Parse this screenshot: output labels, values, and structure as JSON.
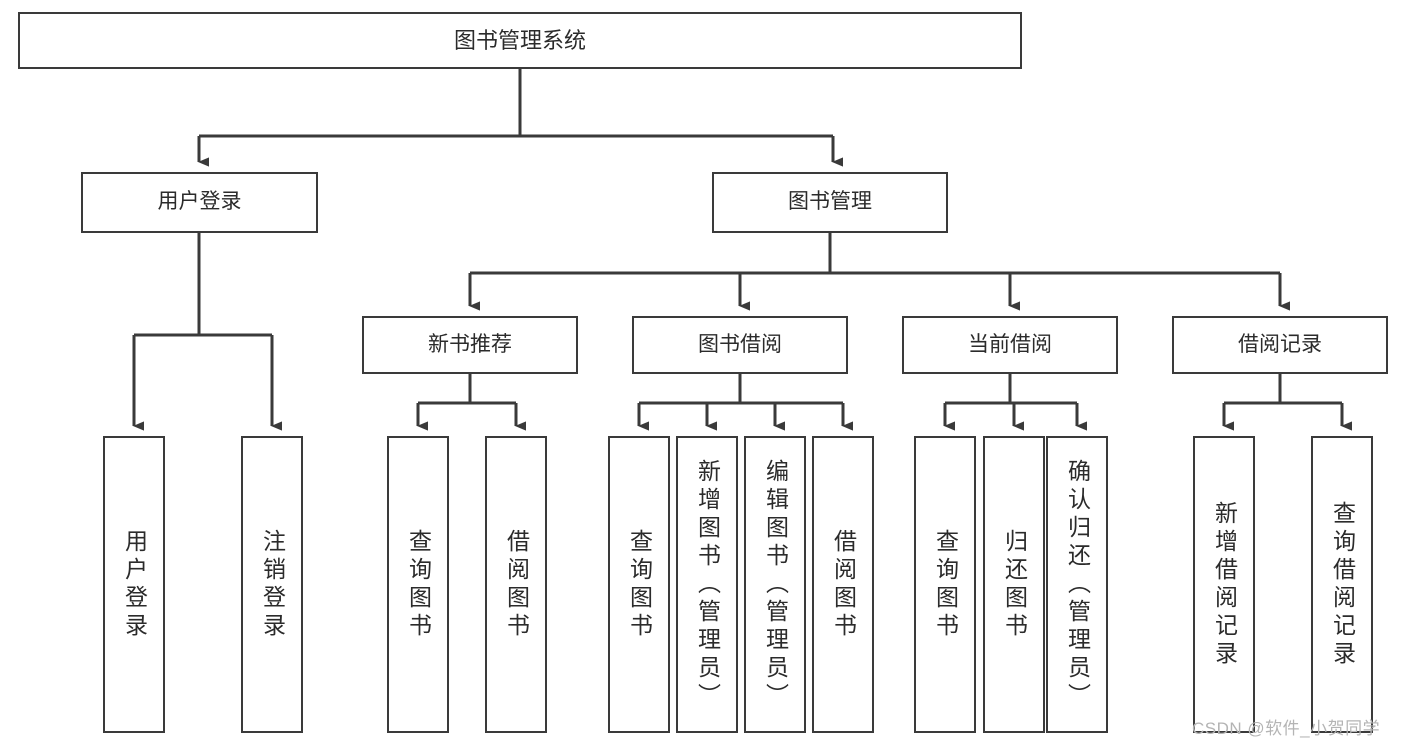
{
  "diagram": {
    "title": "图书管理系统",
    "type": "tree",
    "watermark": "CSDN @软件_小贺同学",
    "colors": {
      "box_border": "#3a3a3a",
      "box_fill": "#ffffff",
      "text": "#2b2b2b",
      "edge": "#3a3a3a",
      "watermark": "#b4b4b4"
    },
    "nodes": {
      "root": {
        "label": "图书管理系统"
      },
      "level1": [
        {
          "id": "user-login",
          "label": "用户登录"
        },
        {
          "id": "book-manage",
          "label": "图书管理"
        }
      ],
      "level2": [
        {
          "id": "new-book-recommend",
          "label": "新书推荐"
        },
        {
          "id": "book-borrow",
          "label": "图书借阅"
        },
        {
          "id": "current-borrow",
          "label": "当前借阅"
        },
        {
          "id": "borrow-record",
          "label": "借阅记录"
        }
      ],
      "leaves": {
        "user-login": [
          {
            "id": "leaf-user-login",
            "label": "用户登录"
          },
          {
            "id": "leaf-logout",
            "label": "注销登录"
          }
        ],
        "new-book-recommend": [
          {
            "id": "leaf-query-book-1",
            "label": "查询图书"
          },
          {
            "id": "leaf-borrow-book-1",
            "label": "借阅图书"
          }
        ],
        "book-borrow": [
          {
            "id": "leaf-query-book-2",
            "label": "查询图书"
          },
          {
            "id": "leaf-add-book",
            "label": "新增图书（管理员）"
          },
          {
            "id": "leaf-edit-book",
            "label": "编辑图书（管理员）"
          },
          {
            "id": "leaf-borrow-book-2",
            "label": "借阅图书"
          }
        ],
        "current-borrow": [
          {
            "id": "leaf-query-book-3",
            "label": "查询图书"
          },
          {
            "id": "leaf-return-book",
            "label": "归还图书"
          },
          {
            "id": "leaf-confirm-return",
            "label": "确认归还（管理员）"
          }
        ],
        "borrow-record": [
          {
            "id": "leaf-add-record",
            "label": "新增借阅记录"
          },
          {
            "id": "leaf-query-record",
            "label": "查询借阅记录"
          }
        ]
      }
    }
  }
}
